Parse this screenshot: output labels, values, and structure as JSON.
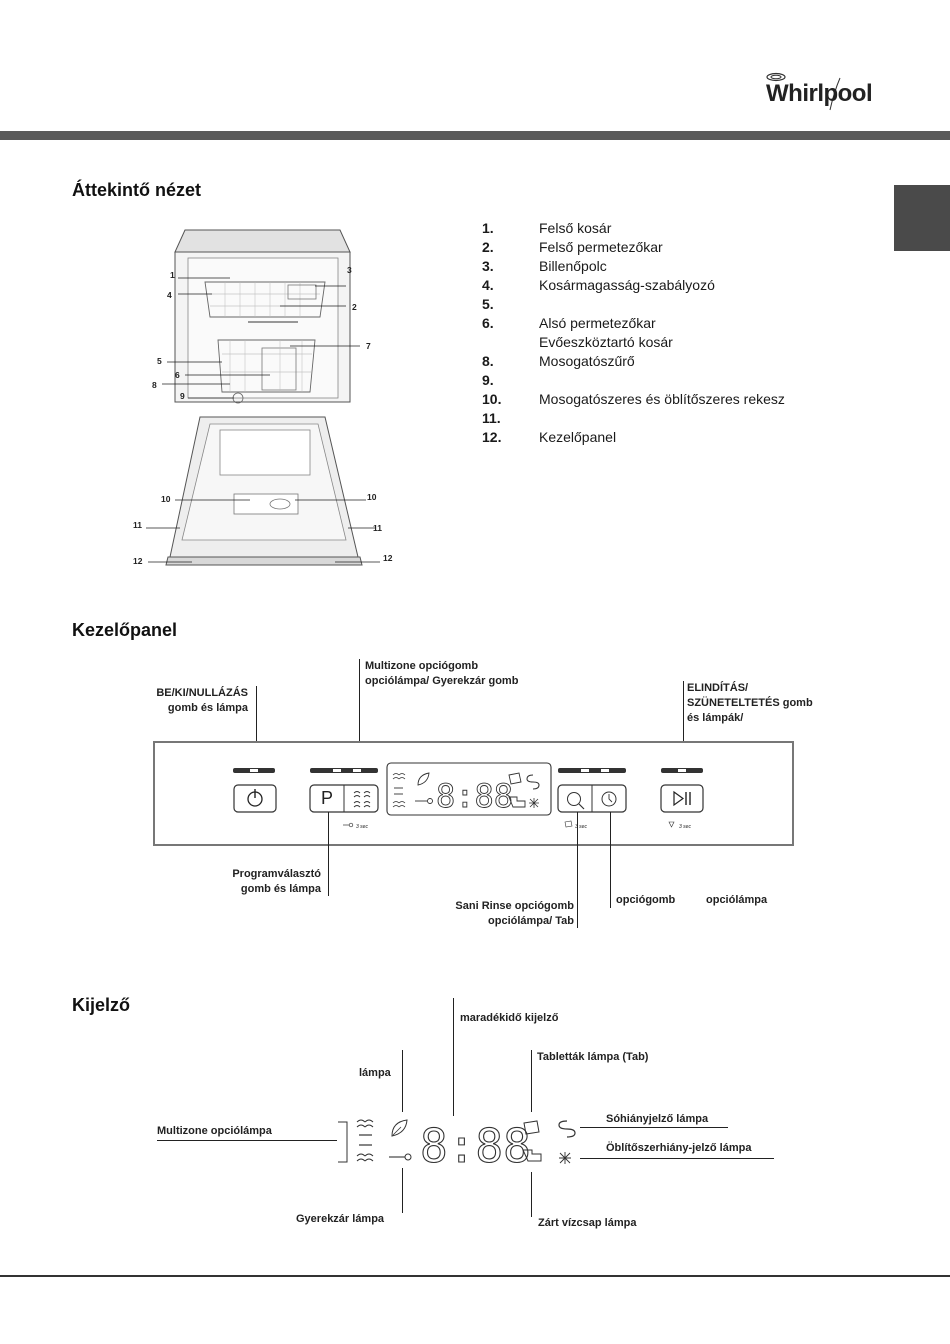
{
  "brand": {
    "logo_text": "Whirlpool"
  },
  "sections": {
    "overview": "Áttekintő nézet",
    "panel": "Kezelőpanel",
    "display": "Kijelző"
  },
  "legend": [
    {
      "num": "1.",
      "text": "Felső kosár"
    },
    {
      "num": "2.",
      "text": "Felső permetezőkar"
    },
    {
      "num": "3.",
      "text": "Billenőpolc"
    },
    {
      "num": "4.",
      "text": "Kosármagasság-szabályozó"
    },
    {
      "num": "5.",
      "text": ""
    },
    {
      "num": "6.",
      "text": "Alsó permetezőkar"
    },
    {
      "num": "",
      "text": "Evőeszköztartó kosár"
    },
    {
      "num": "8.",
      "text": "Mosogatószűrő"
    },
    {
      "num": "9.",
      "text": ""
    },
    {
      "num": "10.",
      "text": "Mosogatószeres és öblítőszeres rekesz"
    },
    {
      "num": "11.",
      "text": ""
    },
    {
      "num": "12.",
      "text": "Kezelőpanel"
    }
  ],
  "diagram_numbers": {
    "n1": "1",
    "n2": "2",
    "n3": "3",
    "n4": "4",
    "n5": "5",
    "n6": "6",
    "n7": "7",
    "n8": "8",
    "n9": "9",
    "n10a": "10",
    "n10b": "10",
    "n11a": "11",
    "n11b": "11",
    "n12a": "12",
    "n12b": "12"
  },
  "panel_labels": {
    "multizone_l1": "Multizone opciógomb",
    "multizone_l2": "opciólámpa/ Gyerekzár gomb",
    "onoff_l1": "BE/KI/NULLÁZÁS",
    "onoff_l2": "gomb és lámpa",
    "start_l1": "ELINDÍTÁS/",
    "start_l2": "SZÜNETELTETÉS gomb",
    "start_l3": "és lámpák/",
    "program_l1": "Programválasztó",
    "program_l2": "gomb és lámpa",
    "sani_l1": "Sani Rinse opciógomb",
    "sani_l2": "opciólámpa/ Tab",
    "option_btn": "opciógomb",
    "option_lamp": "opciólámpa"
  },
  "panel": {
    "p_button": "P",
    "display_digits": "8:88",
    "hold_3sec": "3 sec"
  },
  "display_labels": {
    "remaining": "maradékidő kijelző",
    "lamp": "lámpa",
    "tablets": "Tabletták lámpa (Tab)",
    "multizone": "Multizone opciólámpa",
    "salt": "Sóhiányjelző lámpa",
    "rinse": "Öblítőszerhiány-jelző lámpa",
    "childlock": "Gyerekzár lámpa",
    "tap": "Zárt vízcsap lámpa",
    "digits": "8:88"
  }
}
